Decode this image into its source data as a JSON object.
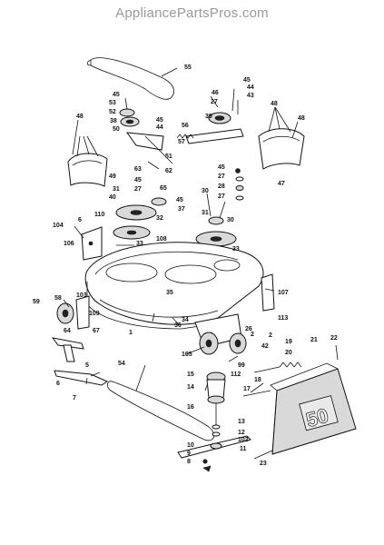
{
  "watermark": "AppliancePartsPros.com",
  "decal_text": "50",
  "callouts": [
    "55",
    "45",
    "46",
    "27",
    "45",
    "44",
    "43",
    "53",
    "52",
    "38",
    "50",
    "45",
    "44",
    "39",
    "56",
    "48",
    "48",
    "48",
    "57",
    "51",
    "49",
    "47",
    "45",
    "63",
    "62",
    "27",
    "28",
    "27",
    "45",
    "27",
    "65",
    "31",
    "40",
    "32",
    "30",
    "30",
    "31",
    "45",
    "37",
    "104",
    "6",
    "110",
    "106",
    "108",
    "33",
    "33",
    "1",
    "107",
    "59",
    "58",
    "103",
    "64",
    "109",
    "67",
    "35",
    "36",
    "113",
    "34",
    "26",
    "20",
    "19",
    "21",
    "22",
    "2",
    "105",
    "99",
    "112",
    "15",
    "14",
    "16",
    "18",
    "17",
    "13",
    "12",
    "102",
    "10",
    "9",
    "8",
    "11",
    "5",
    "6",
    "7",
    "54",
    "23",
    "42",
    "2"
  ]
}
